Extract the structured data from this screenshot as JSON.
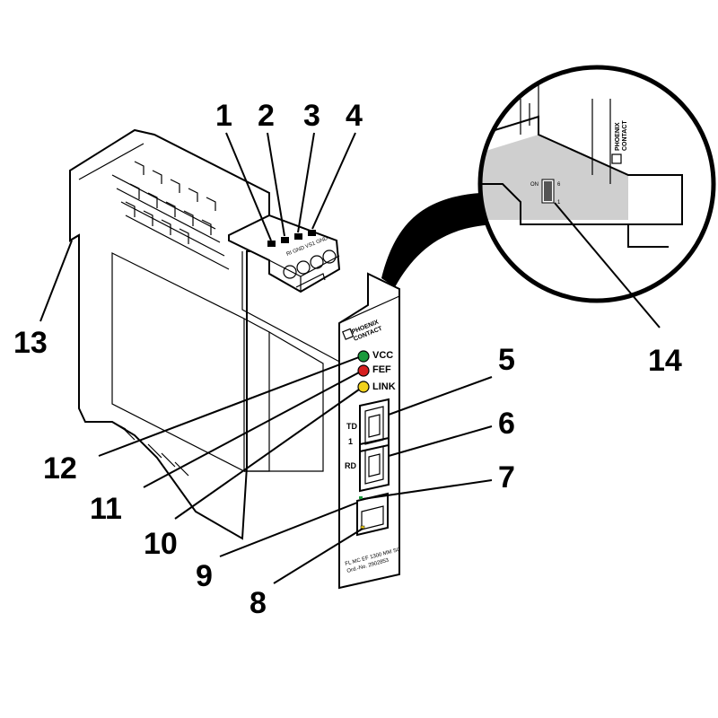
{
  "callouts": [
    "1",
    "2",
    "3",
    "4",
    "5",
    "6",
    "7",
    "8",
    "9",
    "10",
    "11",
    "12",
    "13",
    "14"
  ],
  "leds": {
    "vcc": {
      "label": "VCC",
      "color": "#1a9a3c"
    },
    "fef": {
      "label": "FEF",
      "color": "#d61f1f"
    },
    "link": {
      "label": "LINK",
      "color": "#f2d21b"
    }
  },
  "port_labels": {
    "td": "TD",
    "one": "1",
    "rd": "RD"
  },
  "brand": {
    "line1": "PHOENIX",
    "line2": "CONTACT"
  },
  "terminal_labels": "RI GND VS1 GND",
  "product": {
    "line1": "FL MC EF 1300 MM SC",
    "line2": "Ord.-No. 2902853"
  },
  "dip_switch": {
    "on_label": "ON",
    "top_number": "6",
    "bottom_number": "1"
  },
  "colors": {
    "detail_gray": "#cfcfcf"
  }
}
